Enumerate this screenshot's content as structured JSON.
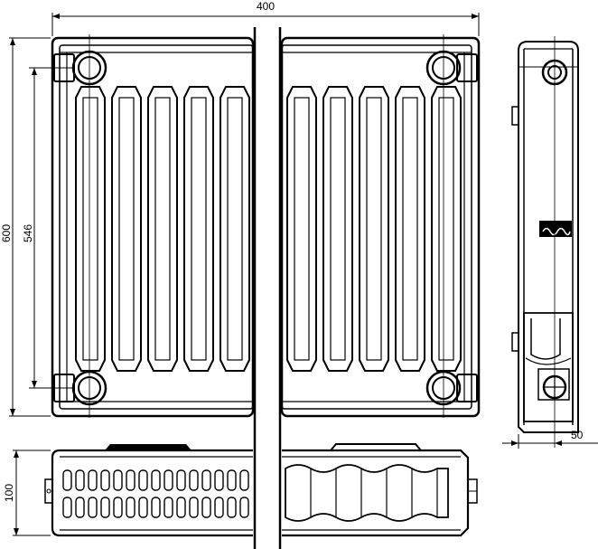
{
  "dimensions": {
    "overall_width": "400",
    "overall_height": "600",
    "connection_distance": "546",
    "depth": "100",
    "wall_offset": "50"
  },
  "colors": {
    "line": "#000000",
    "background": "#ffffff"
  }
}
